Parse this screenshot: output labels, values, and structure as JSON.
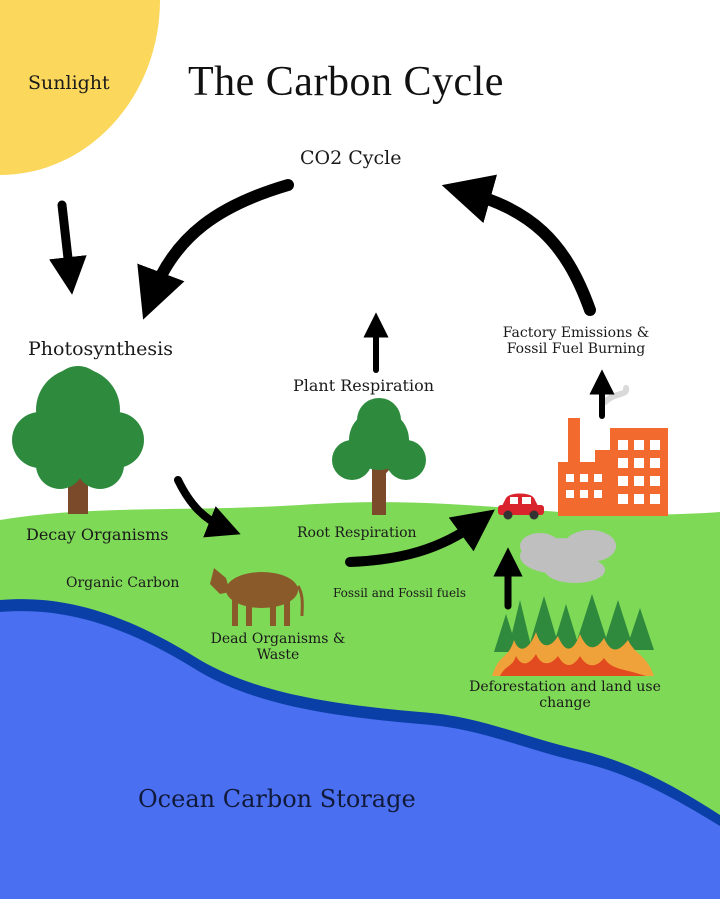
{
  "diagram": {
    "title": "The Carbon Cycle",
    "sun_label": "Sunlight",
    "labels": {
      "co2_cycle": "CO2 Cycle",
      "photosynthesis": "Photosynthesis",
      "plant_respiration": "Plant Respiration",
      "factory_line1": "Factory Emissions &",
      "factory_line2": "Fossil Fuel Burning",
      "decay_organisms": "Decay Organisms",
      "root_respiration": "Root Respiration",
      "organic_carbon": "Organic Carbon",
      "fossil_fuels": "Fossil and Fossil fuels",
      "dead_line1": "Dead Organisms &",
      "dead_line2": "Waste",
      "deforestation_line1": "Deforestation and land use",
      "deforestation_line2": "change",
      "ocean": "Ocean Carbon Storage"
    },
    "colors": {
      "sun": "#fbd75b",
      "land": "#7ed957",
      "ocean": "#4a6ff0",
      "ocean_edge": "#0b3fa8",
      "tree_leaves": "#2e8b3e",
      "tree_trunk": "#7a4a2a",
      "factory": "#f26a2e",
      "cow": "#8b5a2b",
      "car": "#d9232d",
      "smoke": "#bfbfbf",
      "fire": "#f0a23a",
      "pine": "#2f8a3d"
    }
  }
}
